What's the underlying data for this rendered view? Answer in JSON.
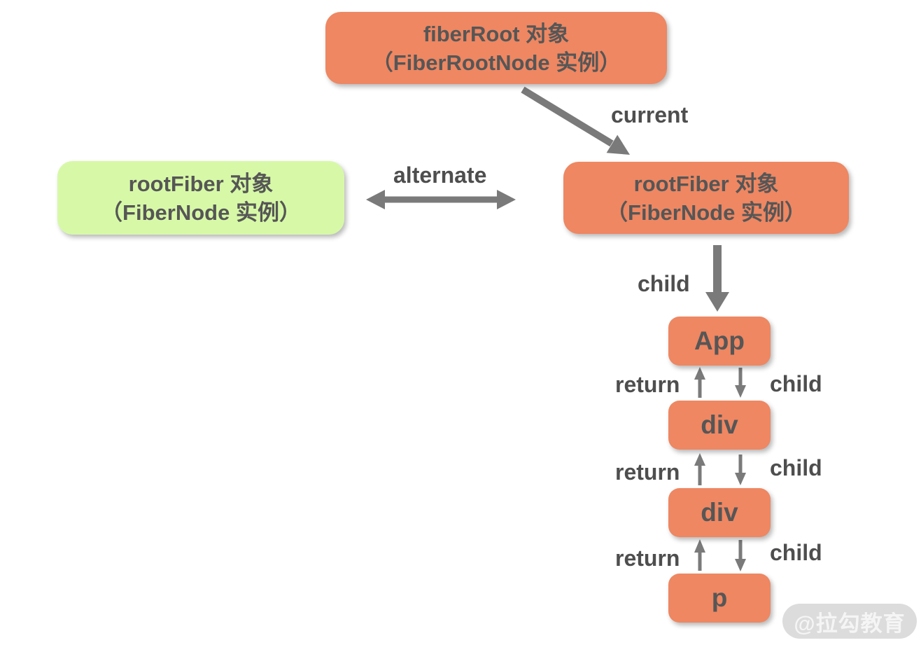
{
  "colors": {
    "orange": "#ee8762",
    "green": "#d7f9a7",
    "arrow": "#7a7a7a",
    "text": "#565656",
    "label": "#4e4e4e",
    "watermark_bg": "#dcdcdc",
    "watermark_text": "#f5f5f5"
  },
  "nodes": {
    "fiber_root": {
      "line1": "fiberRoot 对象",
      "line2": "（FiberRootNode 实例）"
    },
    "root_fiber_alternate": {
      "line1": "rootFiber 对象",
      "line2": "（FiberNode 实例）"
    },
    "root_fiber_current": {
      "line1": "rootFiber 对象",
      "line2": "（FiberNode 实例）"
    },
    "tree": [
      {
        "label": "App"
      },
      {
        "label": "div"
      },
      {
        "label": "div"
      },
      {
        "label": "p"
      }
    ]
  },
  "edges": {
    "current": "current",
    "alternate": "alternate",
    "child": "child",
    "return": "return"
  },
  "watermark": "@拉勾教育"
}
